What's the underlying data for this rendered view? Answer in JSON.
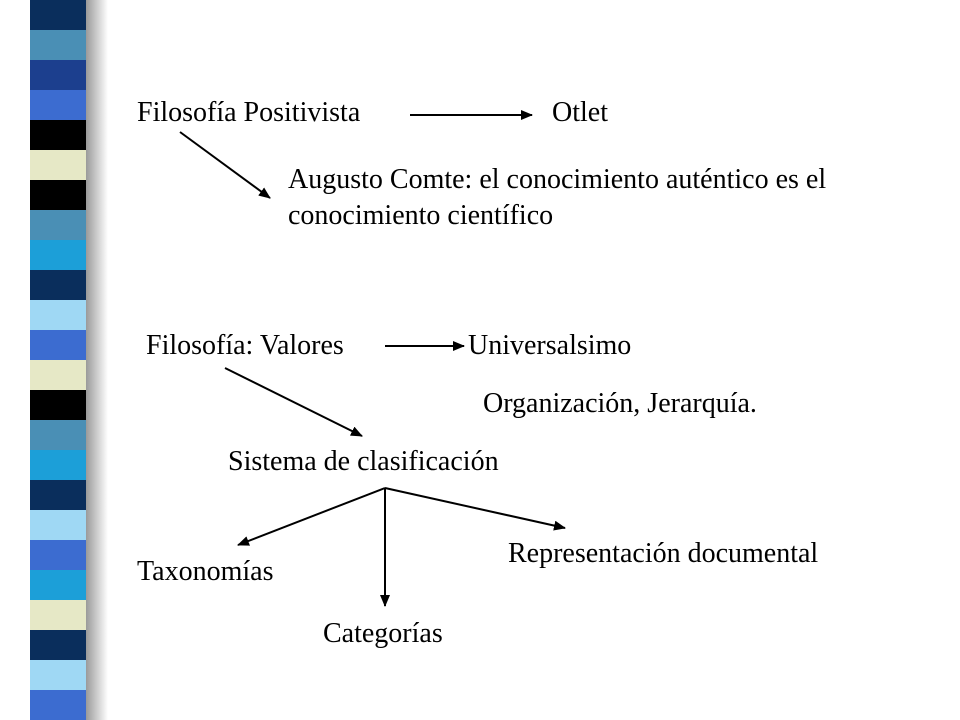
{
  "decoration": {
    "stripe_colors": [
      "#0a2e5c",
      "#4a8fb5",
      "#1c3f8e",
      "#3c6cd0",
      "#000000",
      "#e6e8c6",
      "#000000",
      "#4a8fb5",
      "#1c9fd8",
      "#0a2e5c",
      "#9fd8f4",
      "#3c6cd0",
      "#e6e8c6",
      "#000000",
      "#4a8fb5",
      "#1c9fd8",
      "#0a2e5c",
      "#9fd8f4",
      "#3c6cd0",
      "#1c9fd8",
      "#e6e8c6",
      "#0a2e5c",
      "#9fd8f4",
      "#3c6cd0"
    ],
    "shadow_color": "#9a9a9a"
  },
  "diagram": {
    "filosofia_positivista": "Filosofía Positivista",
    "otlet": "Otlet",
    "comte_line1": "Augusto Comte: el conocimiento auténtico es el",
    "comte_line2": "conocimiento científico",
    "filosofia_valores": "Filosofía: Valores",
    "universalsimo": "Universalsimo",
    "organizacion": "Organización, Jerarquía.",
    "sistema": "Sistema de clasificación",
    "taxonomias": "Taxonomías",
    "representacion": "Representación documental",
    "categorias": "Categorías"
  }
}
